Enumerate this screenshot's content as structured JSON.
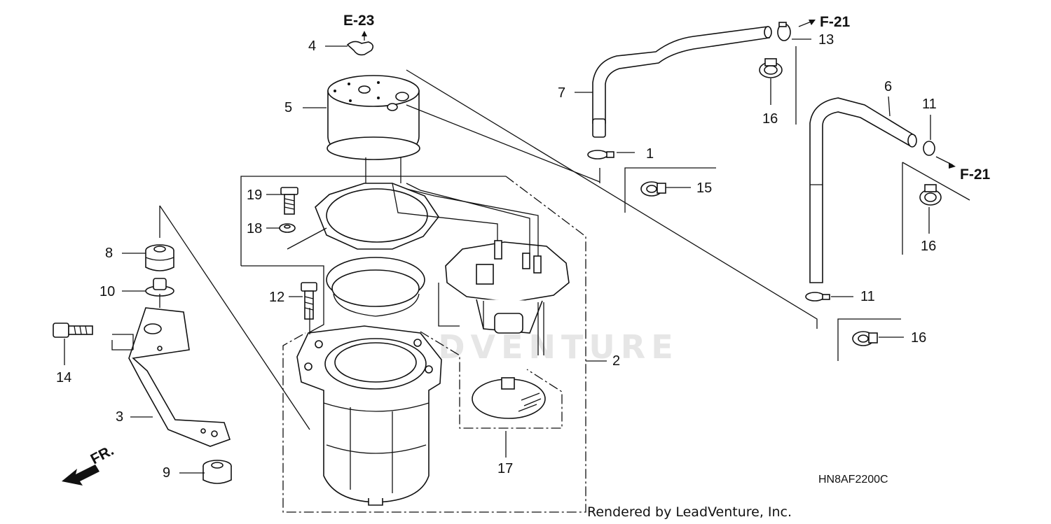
{
  "diagram": {
    "drawing_code": "HN8AF2200C",
    "credit": "Rendered by LeadVenture, Inc.",
    "watermark": "LEADVENTURE",
    "reference_labels": {
      "e23": "E-23",
      "f21_top": "F-21",
      "f21_right": "F-21",
      "front": "FR."
    },
    "callouts": {
      "c1": "1",
      "c2": "2",
      "c3": "3",
      "c4": "4",
      "c5": "5",
      "c6": "6",
      "c7": "7",
      "c8": "8",
      "c9": "9",
      "c10": "10",
      "c11a": "11",
      "c11b": "11",
      "c12": "12",
      "c13": "13",
      "c14": "14",
      "c15": "15",
      "c16a": "16",
      "c16b": "16",
      "c16c": "16",
      "c17": "17",
      "c18": "18",
      "c19": "19"
    }
  }
}
